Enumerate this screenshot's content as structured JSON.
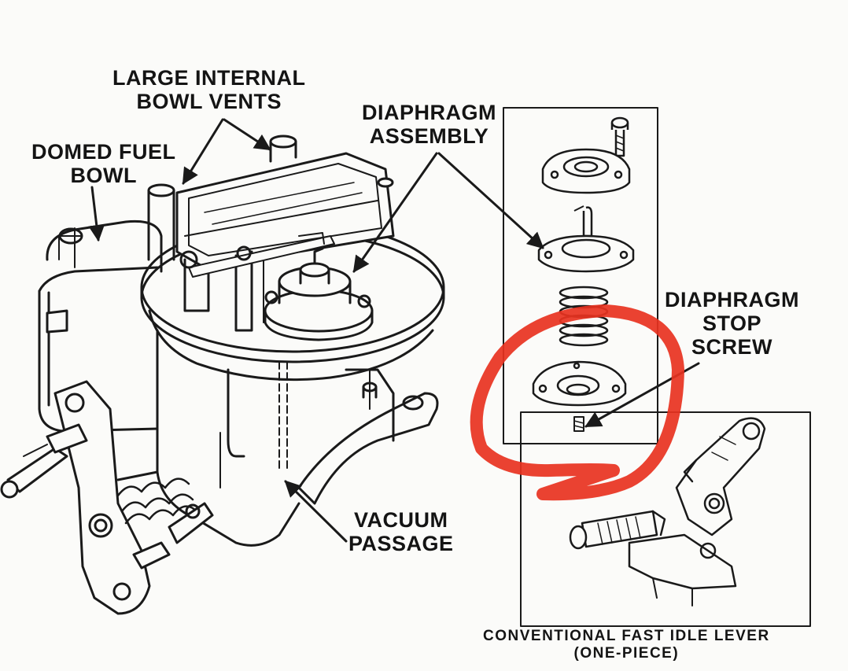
{
  "labels": {
    "bowl_vents": {
      "line1": "LARGE INTERNAL",
      "line2": "BOWL VENTS"
    },
    "domed_bowl": {
      "line1": "DOMED FUEL",
      "line2": "BOWL"
    },
    "diaphragm_assembly": {
      "line1": "DIAPHRAGM",
      "line2": "ASSEMBLY"
    },
    "stop_screw": {
      "line1": "DIAPHRAGM",
      "line2": "STOP",
      "line3": "SCREW"
    },
    "vacuum_passage": {
      "line1": "VACUUM",
      "line2": "PASSAGE"
    },
    "fast_idle": {
      "line1": "CONVENTIONAL FAST IDLE LEVER",
      "line2": "(ONE-PIECE)"
    }
  },
  "colors": {
    "ink": "#1a1a1a",
    "paper": "#fbfbf9",
    "highlight_circle": "#e8321f"
  }
}
